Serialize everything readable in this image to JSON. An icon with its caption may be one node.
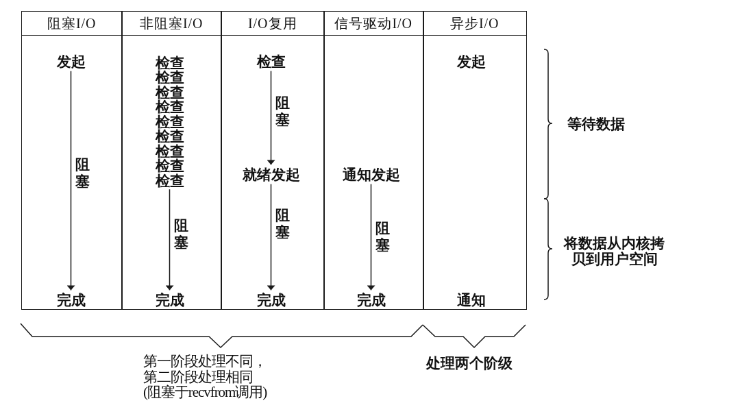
{
  "diagram": {
    "nodes": [
      {
        "text": [
          "阻塞I/O"
        ]
      },
      {
        "text": [
          "发起"
        ],
        "in": 0
      },
      {
        "text": [
          "完成"
        ],
        "in": 0
      },
      {
        "text": [
          "非阻塞I/O"
        ]
      },
      {
        "text": [
          "检查",
          "检查",
          "检查",
          "检查",
          "检查",
          "检查",
          "检查",
          "检查",
          "检查"
        ],
        "in": 3
      },
      {
        "text": [
          "完成"
        ],
        "in": 3
      },
      {
        "text": [
          "I/O复用"
        ]
      },
      {
        "text": [
          "检查"
        ],
        "in": 6
      },
      {
        "text": [
          "就绪发起"
        ],
        "in": 6
      },
      {
        "text": [
          "完成"
        ],
        "in": 6
      },
      {
        "text": [
          "信号驱动I/O"
        ]
      },
      {
        "text": [
          "通知发起"
        ],
        "in": 10
      },
      {
        "text": [
          "完成"
        ],
        "in": 10
      },
      {
        "text": [
          "异步I/O"
        ]
      },
      {
        "text": [
          "发起"
        ],
        "in": 13
      },
      {
        "text": [
          "通知"
        ],
        "in": 13
      }
    ],
    "edges": [
      {
        "from": 1,
        "to": 2,
        "arrow": "to",
        "label": "阻塞"
      },
      {
        "from": 4,
        "to": 5,
        "arrow": "to",
        "label": "阻塞"
      },
      {
        "from": 7,
        "to": 8,
        "arrow": "to",
        "label": "阻塞"
      },
      {
        "from": 8,
        "to": 9,
        "arrow": "to",
        "label": "阻塞"
      },
      {
        "from": 11,
        "to": 12,
        "arrow": "to",
        "label": "阻塞"
      }
    ],
    "labels": [
      "等待数据",
      "将数据从内核拷贝到用户空间",
      "第一阶段处理不同，第二阶段处理相同(阻塞于recvfrom调用)",
      "处理两个阶级"
    ]
  }
}
